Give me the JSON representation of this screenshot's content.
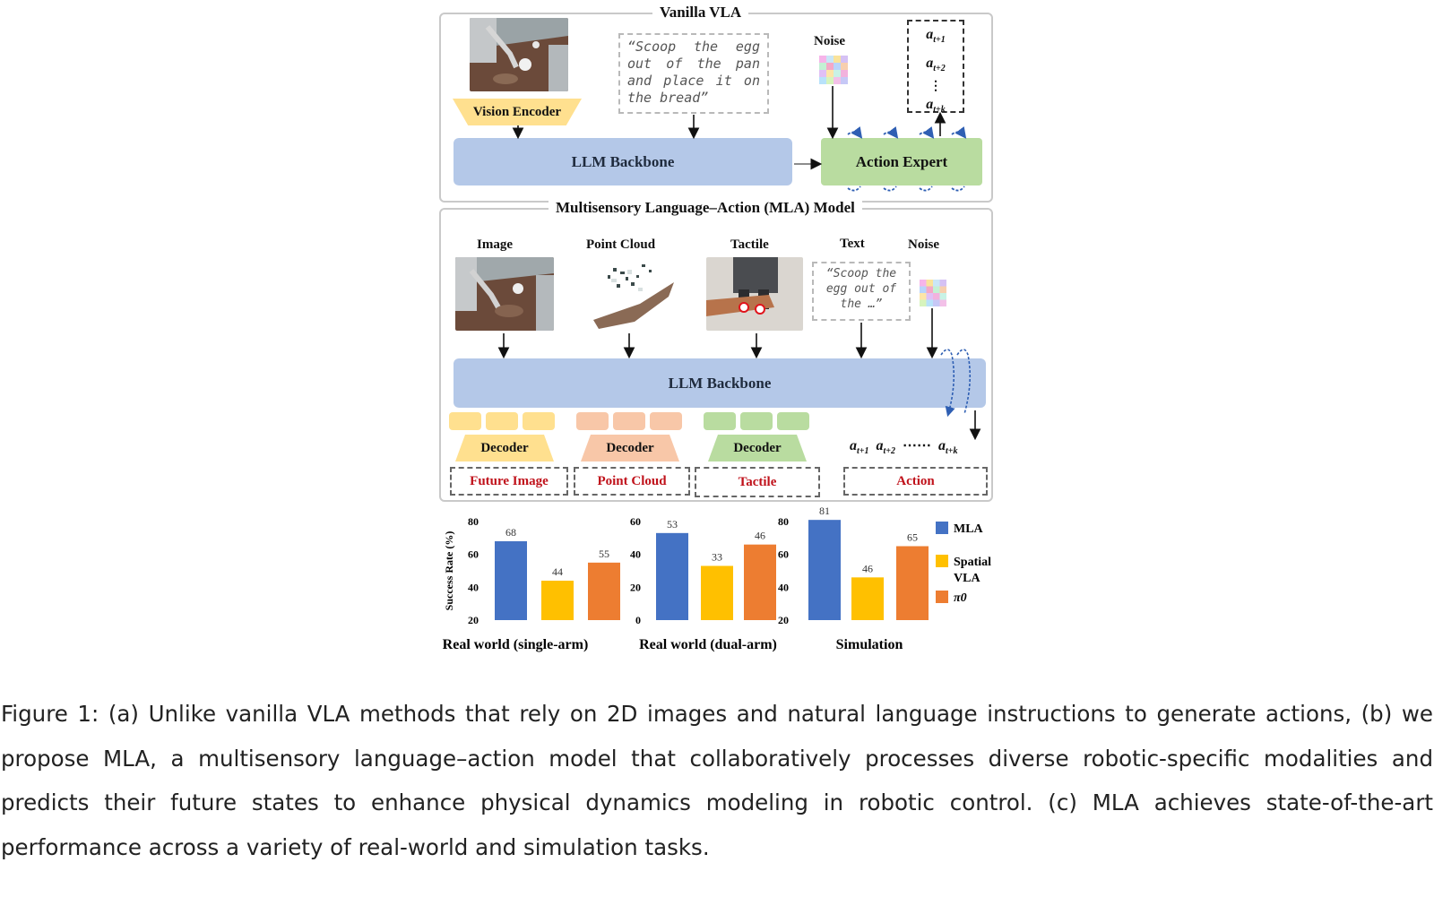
{
  "vanilla": {
    "title": "Vanilla VLA",
    "vision_encoder": "Vision Encoder",
    "instruction": "“Scoop the egg out of the pan and place it on the bread”",
    "noise_label": "Noise",
    "llm_backbone": "LLM Backbone",
    "action_expert": "Action Expert",
    "actions": [
      "a",
      "a",
      "⋮",
      "a"
    ],
    "action_subs": [
      "t+1",
      "t+2",
      "",
      "t+k"
    ]
  },
  "mla": {
    "title": "Multisensory Language–Action (MLA) Model",
    "input_labels": [
      "Image",
      "Point Cloud",
      "Tactile",
      "Text",
      "Noise"
    ],
    "text_snippet": "“Scoop the egg out of the …”",
    "llm_backbone": "LLM Backbone",
    "decoder_label": "Decoder",
    "outputs": [
      "Future Image",
      "Point Cloud",
      "Tactile",
      "Action"
    ],
    "action_seq": [
      "a",
      "a",
      "⋯⋯",
      "a"
    ],
    "action_seq_subs": [
      "t+1",
      "t+2",
      "",
      "t+k"
    ]
  },
  "colors": {
    "mla": "#4472c4",
    "spatialvla": "#ffc000",
    "pi0": "#ed7d31",
    "llm": "#b4c8e8",
    "expert": "#b9dca0",
    "encoder": "#ffe08f",
    "output_text": "#c0121b"
  },
  "chart_data": {
    "type": "bar",
    "ylabel": "Success Rate (%)",
    "legend": [
      "MLA",
      "Spatial VLA",
      "π0"
    ],
    "legend_placement": "right",
    "groups": [
      {
        "name": "Real world (single-arm)",
        "ylim": [
          20,
          80
        ],
        "yticks": [
          20,
          40,
          60,
          80
        ],
        "values": [
          68,
          44,
          55
        ]
      },
      {
        "name": "Real world (dual-arm)",
        "ylim": [
          0,
          60
        ],
        "yticks": [
          0,
          20,
          40,
          60
        ],
        "values": [
          53,
          33,
          46
        ]
      },
      {
        "name": "Simulation",
        "ylim": [
          20,
          80
        ],
        "yticks": [
          20,
          40,
          60,
          80
        ],
        "values": [
          81,
          46,
          65
        ]
      }
    ]
  },
  "caption": "Figure 1: (a) Unlike vanilla VLA methods that rely on 2D images and natural language instructions to generate actions, (b) we propose MLA, a multisensory language–action model that collaboratively processes diverse robotic-specific modalities and predicts their future states to enhance physical dynamics modeling in robotic control. (c) MLA achieves state-of-the-art performance across a variety of real-world and simulation tasks."
}
